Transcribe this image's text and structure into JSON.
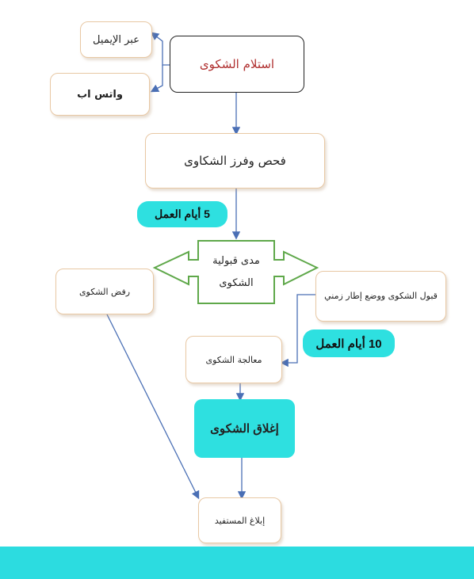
{
  "nodes": {
    "receive": "استلام الشكوى",
    "email": "عبر الإيميل",
    "whatsapp": "واتس اب",
    "sort": "فحص وفرز الشكاوى",
    "acceptability_line1": "مدى قبولية",
    "acceptability_line2": "الشكوى",
    "reject": "رفض الشكوى",
    "accept": "قبول الشكوى ووضع إطار زمني",
    "process": "معالجة الشكوى",
    "close": "إغلاق الشكوى",
    "notify": "إبلاغ المستفيد"
  },
  "labels": {
    "five_days": "5 أيام العمل",
    "ten_days": "10 أيام العمل"
  },
  "colors": {
    "accent": "#2ee0e0",
    "footer": "#2cdce0",
    "box_border": "#e8c8a4",
    "arrow": "#4a6fb5",
    "receive_text": "#b03030",
    "double_arrow": "#5fa84a"
  }
}
